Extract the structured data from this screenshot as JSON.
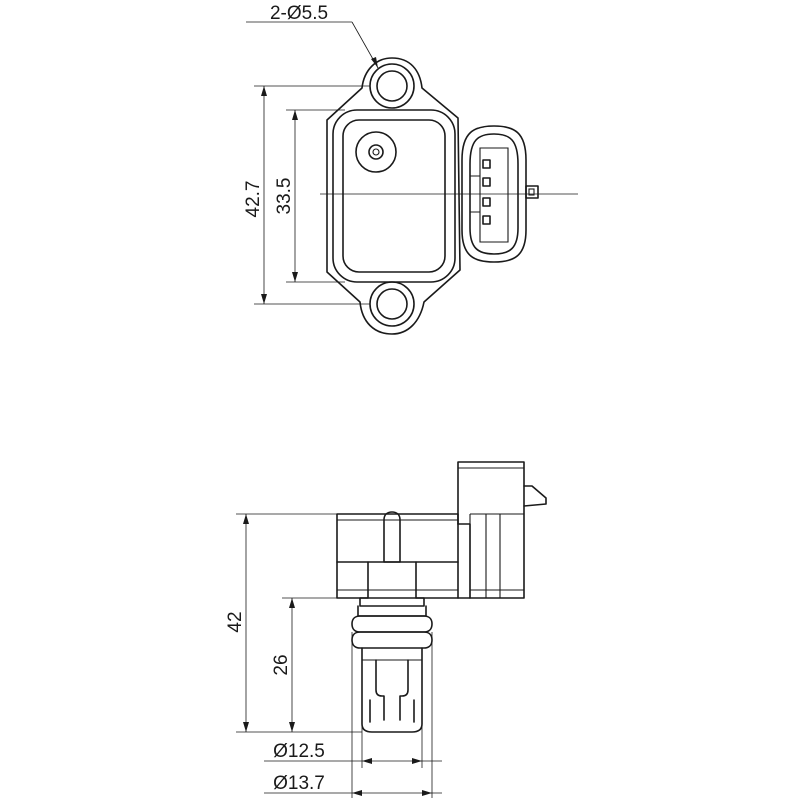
{
  "drawing": {
    "top_view": {
      "hole_callout": "2-Ø5.5",
      "outer_height": "42.7",
      "inner_height": "33.5"
    },
    "side_view": {
      "total_height": "42",
      "probe_height": "26",
      "small_diameter": "Ø12.5",
      "large_diameter": "Ø13.7"
    }
  }
}
